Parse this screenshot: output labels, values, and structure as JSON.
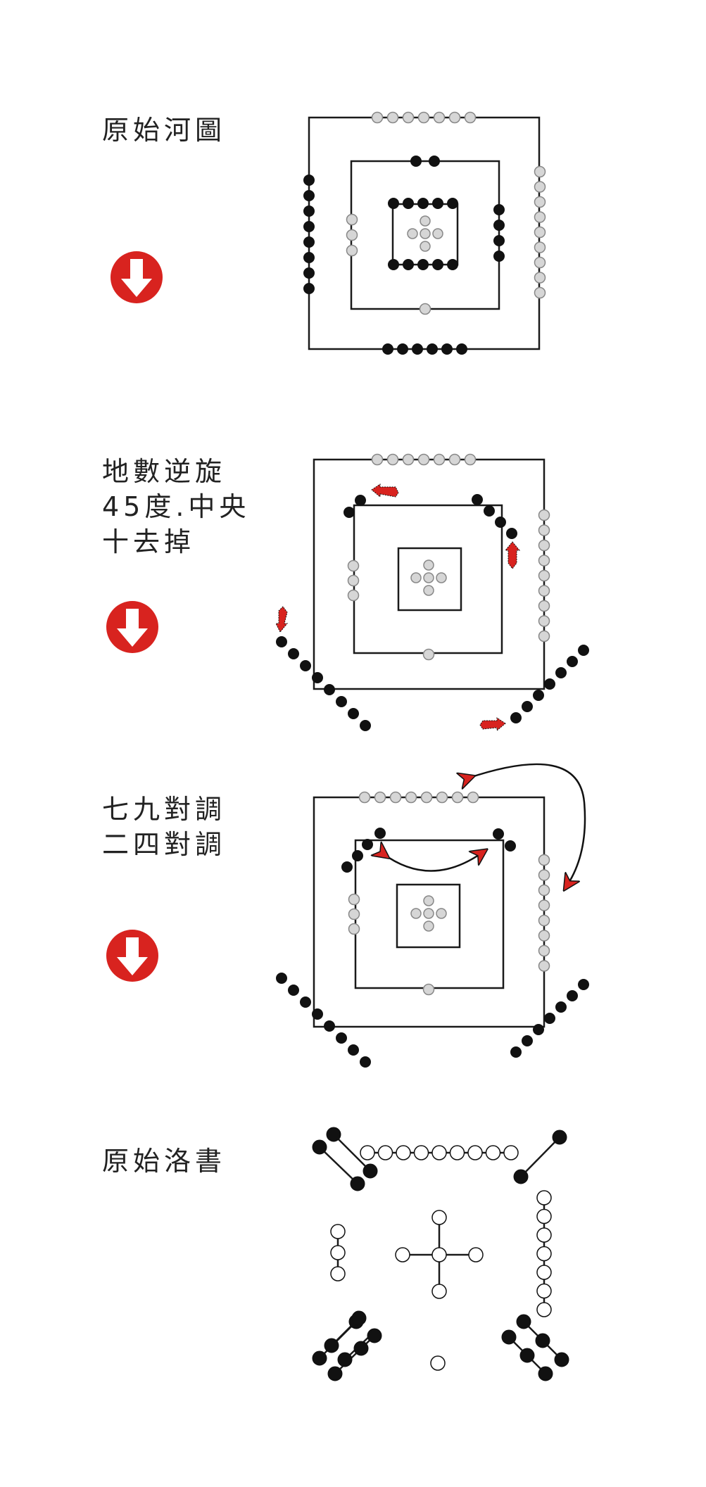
{
  "labels": {
    "step1": "原始河圖",
    "step2": "地數逆旋\n45度.中央\n十去掉",
    "step3": "七九對調\n二四對調",
    "step4": "原始洛書"
  },
  "colors": {
    "black_dot": "#111111",
    "grey_dot": "#d6d6d6",
    "white_dot": "#ffffff",
    "arrow_red": "#d8231f",
    "line": "#1a1a1a"
  },
  "icons": [
    "down-arrow-icon",
    "rotate-arrow-icon",
    "swap-arrow-icon"
  ]
}
